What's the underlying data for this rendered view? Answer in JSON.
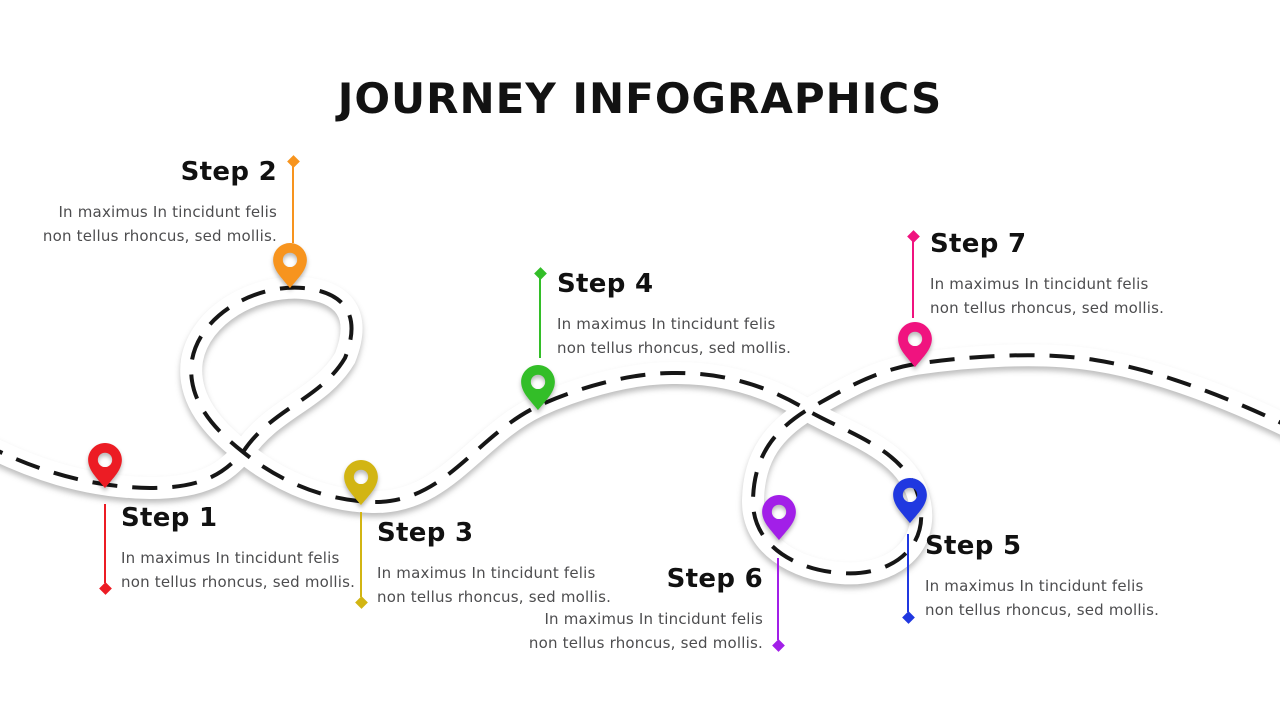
{
  "slide": {
    "title": "JOURNEY INFOGRAPHICS",
    "background_color": "#FFFFFF"
  },
  "road": {
    "icon": "winding-road-path",
    "surface_color": "#FFFFFF",
    "dash_color": "#161616"
  },
  "steps": [
    {
      "id": 1,
      "label": "Step 1",
      "color": "#EC1C24",
      "pin_icon": "map-pin",
      "desc_line1": "In maximus  In tincidunt felis",
      "desc_line2": "non tellus rhoncus,  sed mollis."
    },
    {
      "id": 2,
      "label": "Step 2",
      "color": "#F7941E",
      "pin_icon": "map-pin",
      "desc_line1": "In maximus  In tincidunt felis",
      "desc_line2": "non tellus rhoncus,  sed mollis."
    },
    {
      "id": 3,
      "label": "Step 3",
      "color": "#D2B513",
      "pin_icon": "map-pin",
      "desc_line1": "In maximus  In tincidunt felis",
      "desc_line2": "non tellus rhoncus,  sed mollis."
    },
    {
      "id": 4,
      "label": "Step 4",
      "color": "#33BE28",
      "pin_icon": "map-pin",
      "desc_line1": "In maximus  In tincidunt felis",
      "desc_line2": "non tellus rhoncus,  sed mollis."
    },
    {
      "id": 5,
      "label": "Step 5",
      "color": "#2038E0",
      "pin_icon": "map-pin",
      "desc_line1": "In maximus  In tincidunt felis",
      "desc_line2": "non tellus rhoncus,  sed mollis."
    },
    {
      "id": 6,
      "label": "Step 6",
      "color": "#A21FE8",
      "pin_icon": "map-pin",
      "desc_line1": "In maximus  In tincidunt felis",
      "desc_line2": "non tellus rhoncus,  sed mollis."
    },
    {
      "id": 7,
      "label": "Step 7",
      "color": "#F0137F",
      "pin_icon": "map-pin",
      "desc_line1": "In maximus  In tincidunt felis",
      "desc_line2": "non tellus rhoncus,  sed mollis."
    }
  ]
}
